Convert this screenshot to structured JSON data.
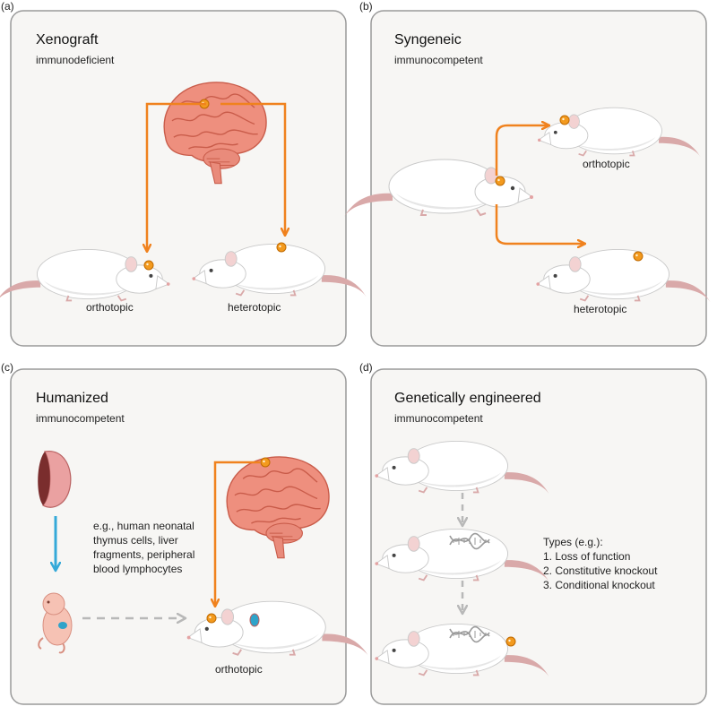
{
  "panels": {
    "a": {
      "letter": "(a)",
      "title": "Xenograft",
      "subtitle": "immunodeficient",
      "labels": [
        "orthotopic",
        "heterotopic"
      ]
    },
    "b": {
      "letter": "(b)",
      "title": "Syngeneic",
      "subtitle": "immunocompetent",
      "labels": [
        "orthotopic",
        "heterotopic"
      ]
    },
    "c": {
      "letter": "(c)",
      "title": "Humanized",
      "subtitle": "immunocompetent",
      "examples": [
        "e.g., human neonatal",
        "thymus cells, liver",
        "fragments, peripheral",
        "blood lymphocytes"
      ],
      "labels": [
        "orthotopic"
      ]
    },
    "d": {
      "letter": "(d)",
      "title": "Genetically engineered",
      "subtitle": "immunocompetent",
      "types_heading": "Types (e.g.):",
      "types": [
        "1. Loss of function",
        "2. Constitutive knockout",
        "3. Conditional knockout"
      ]
    }
  },
  "colors": {
    "panel_border": "#9a9a9a",
    "panel_fill": "#f7f6f4",
    "arrow_orange": "#f0821e",
    "arrow_blue": "#35a9d8",
    "arrow_gray": "#b8b8b8",
    "brain": "#ee8f7e",
    "brain_dark": "#c95c4a",
    "tumor": "#f39a1e",
    "rat_body": "#ffffff",
    "rat_shade": "#dcdcdc",
    "rat_tail": "#d9a9a9"
  },
  "icons": {
    "rat": "rat-icon",
    "brain": "brain-icon",
    "tumor": "tumor-icon",
    "thymus": "thymus-icon",
    "pup": "neonatal-pup-icon",
    "dna": "dna-icon"
  }
}
